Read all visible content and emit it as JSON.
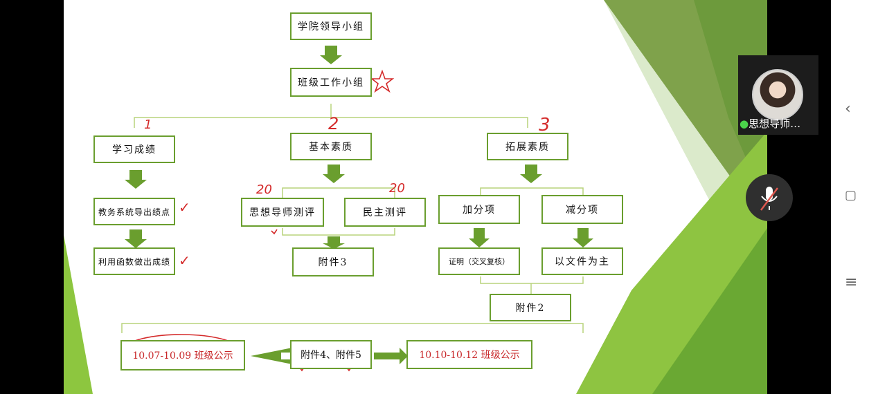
{
  "diagram": {
    "top": "学院领导小组",
    "mid": "班级工作小组",
    "b1": "学习成绩",
    "b2": "基本素质",
    "b3": "拓展素质",
    "b1a": "教务系统导出绩点",
    "b1b": "利用函数做出成绩",
    "b2a": "思想导师测评",
    "b2b": "民主测评",
    "b3a": "加分项",
    "b3b": "减分项",
    "b3a1": "证明（交叉复核）",
    "b3b1": "以文件为主",
    "att3": "附件3",
    "att2": "附件2",
    "att45": "附件4、附件5",
    "pub1": "10.07-10.09 班级公示",
    "pub2": "10.10-10.12 班级公示"
  },
  "annotations": {
    "n1": "1",
    "n2": "2",
    "n3": "3",
    "w1": "20",
    "w2": "20",
    "star": "☆",
    "check": "✓",
    "tick_b": "↓"
  },
  "video": {
    "name": "思想导师…"
  },
  "nav": {
    "back": "‹",
    "home": "▢",
    "menu": "≡"
  },
  "colors": {
    "accent": "#6a9e2e",
    "mark": "#d42a2a"
  }
}
